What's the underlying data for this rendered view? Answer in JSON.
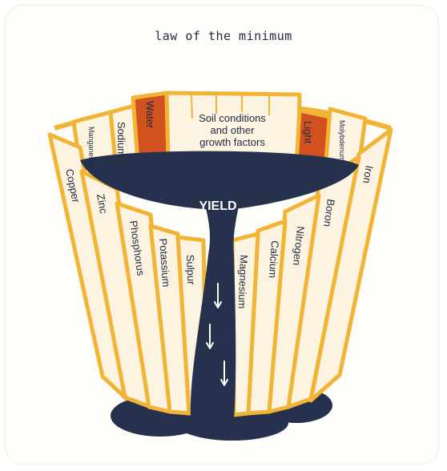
{
  "title": "law of the minimum",
  "center": {
    "label": "YIELD",
    "line1": "Soil conditions",
    "line2": "and other",
    "line3": "growth factors"
  },
  "staves": {
    "water": "Water",
    "light": "Light",
    "sodium": "Sodium",
    "manganese": "Manganese",
    "molybdenum": "Molybdenum",
    "copper": "Copper",
    "zinc": "Zinc",
    "phosphorus": "Phosphorus",
    "potassium": "Potassium",
    "sulpur": "Sulpur",
    "magnesium": "Magnesium",
    "calcium": "Calcium",
    "nitrogen": "Nitrogen",
    "boron": "Boron",
    "iron": "Iron"
  },
  "colors": {
    "navy": "#26314d",
    "cream": "#fdf3e1",
    "gold": "#f1b435",
    "orange": "#d2521f"
  }
}
